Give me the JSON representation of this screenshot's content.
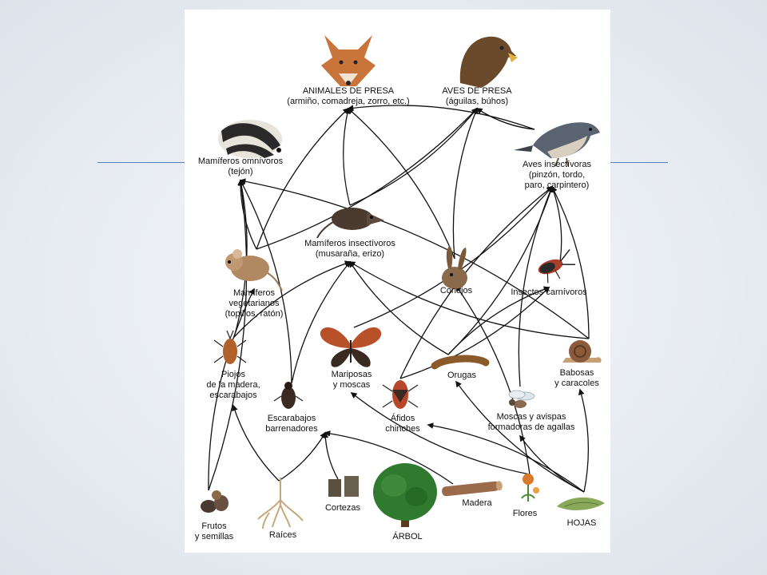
{
  "nodes": {
    "animales_presa": {
      "lines": [
        "ANIMALES DE PRESA",
        "(armiño, comadreja, zorro, etc.)"
      ]
    },
    "aves_presa": {
      "lines": [
        "AVES DE PRESA",
        "(águilas, búhos)"
      ]
    },
    "mamiferos_omnivoros": {
      "lines": [
        "Mamíferos omnívoros",
        "(tejón)"
      ]
    },
    "aves_insectivoras": {
      "lines": [
        "Aves insectívoras",
        "(pinzón, tordo,",
        "paro, carpintero)"
      ]
    },
    "mamiferos_insectivoros": {
      "lines": [
        "Mamíferos insectívoros",
        "(musaraña, erizo)"
      ]
    },
    "mamiferos_vegetarianos": {
      "lines": [
        "Mamíferos",
        "vegetarianos",
        "(topillos, ratón)"
      ]
    },
    "conejos": {
      "lines": [
        "Conejos"
      ]
    },
    "insectos_carnivoros": {
      "lines": [
        "Insectos carnívoros"
      ]
    },
    "piojos": {
      "lines": [
        "Piojos",
        "de la madera,",
        "escarabajos"
      ]
    },
    "mariposas": {
      "lines": [
        "Mariposas",
        "y moscas"
      ]
    },
    "orugas": {
      "lines": [
        "Orugas"
      ]
    },
    "babosas": {
      "lines": [
        "Babosas",
        "y caracoles"
      ]
    },
    "escarabajos_barrenadores": {
      "lines": [
        "Escarabajos",
        "barrenadores"
      ]
    },
    "afidos": {
      "lines": [
        "Áfidos",
        "chinches"
      ]
    },
    "moscas_avispas": {
      "lines": [
        "Moscas y avispas",
        "formadoras de agallas"
      ]
    },
    "frutos": {
      "lines": [
        "Frutos",
        "y semillas"
      ]
    },
    "raices": {
      "lines": [
        "Raíces"
      ]
    },
    "cortezas": {
      "lines": [
        "Cortezas"
      ]
    },
    "arbol": {
      "lines": [
        "ÁRBOL"
      ]
    },
    "madera": {
      "lines": [
        "Madera"
      ]
    },
    "flores": {
      "lines": [
        "Flores"
      ]
    },
    "hojas": {
      "lines": [
        "HOJAS"
      ]
    }
  },
  "illustrations": [
    {
      "name": "fox-illustration",
      "color": "#c8743a"
    },
    {
      "name": "eagle-illustration",
      "color": "#6b4a2b"
    },
    {
      "name": "badger-illustration",
      "color": "#3a3a3a"
    },
    {
      "name": "finch-illustration",
      "color": "#5a6470"
    },
    {
      "name": "shrew-illustration",
      "color": "#4a3a30"
    },
    {
      "name": "mouse-illustration",
      "color": "#b08862"
    },
    {
      "name": "rabbit-illustration",
      "color": "#8a6a4a"
    },
    {
      "name": "beetle-red-illustration",
      "color": "#a8402a"
    },
    {
      "name": "woodlouse-illustration",
      "color": "#b0622a"
    },
    {
      "name": "butterfly-illustration",
      "color": "#b8502a"
    },
    {
      "name": "caterpillar-illustration",
      "color": "#8a5a2a"
    },
    {
      "name": "snail-illustration",
      "color": "#8a5a3a"
    },
    {
      "name": "borer-beetle-illustration",
      "color": "#3a2a22"
    },
    {
      "name": "aphid-bug-illustration",
      "color": "#b8462a"
    },
    {
      "name": "gall-wasp-illustration",
      "color": "#8a6a50"
    },
    {
      "name": "seeds-illustration",
      "color": "#4a3a30"
    },
    {
      "name": "roots-illustration",
      "color": "#c8a87a"
    },
    {
      "name": "bark-illustration",
      "color": "#5a5040"
    },
    {
      "name": "tree-illustration",
      "color": "#2f7a2f"
    },
    {
      "name": "wood-illustration",
      "color": "#9a6a4a"
    },
    {
      "name": "flowers-illustration",
      "color": "#d87a2a"
    },
    {
      "name": "leaves-illustration",
      "color": "#8aa85a"
    }
  ],
  "edges": [
    [
      "mamiferos_insectivoros",
      "animales_presa"
    ],
    [
      "mamiferos_insectivoros",
      "aves_presa"
    ],
    [
      "mamiferos_vegetarianos",
      "animales_presa"
    ],
    [
      "mamiferos_vegetarianos",
      "aves_presa"
    ],
    [
      "mamiferos_vegetarianos",
      "mamiferos_omnivoros"
    ],
    [
      "conejos",
      "animales_presa"
    ],
    [
      "conejos",
      "aves_presa"
    ],
    [
      "aves_insectivoras",
      "animales_presa"
    ],
    [
      "aves_insectivoras",
      "aves_presa"
    ],
    [
      "piojos",
      "mamiferos_omnivoros"
    ],
    [
      "piojos",
      "mamiferos_insectivoros"
    ],
    [
      "frutos",
      "mamiferos_omnivoros"
    ],
    [
      "frutos",
      "mamiferos_vegetarianos"
    ],
    [
      "escarabajos_barrenadores",
      "mamiferos_omnivoros"
    ],
    [
      "escarabajos_barrenadores",
      "mamiferos_insectivoros"
    ],
    [
      "babosas",
      "mamiferos_omnivoros"
    ],
    [
      "babosas",
      "mamiferos_insectivoros"
    ],
    [
      "babosas",
      "aves_insectivoras"
    ],
    [
      "orugas",
      "mamiferos_insectivoros"
    ],
    [
      "orugas",
      "aves_insectivoras"
    ],
    [
      "orugas",
      "insectos_carnivoros"
    ],
    [
      "mariposas",
      "aves_insectivoras"
    ],
    [
      "afidos",
      "aves_insectivoras"
    ],
    [
      "afidos",
      "insectos_carnivoros"
    ],
    [
      "moscas_avispas",
      "aves_insectivoras"
    ],
    [
      "insectos_carnivoros",
      "aves_insectivoras"
    ],
    [
      "raices",
      "piojos"
    ],
    [
      "raices",
      "escarabajos_barrenadores"
    ],
    [
      "cortezas",
      "escarabajos_barrenadores"
    ],
    [
      "madera",
      "escarabajos_barrenadores"
    ],
    [
      "hojas",
      "orugas"
    ],
    [
      "hojas",
      "babosas"
    ],
    [
      "hojas",
      "moscas_avispas"
    ],
    [
      "hojas",
      "afidos"
    ],
    [
      "flores",
      "mariposas"
    ],
    [
      "flores",
      "conejos"
    ],
    [
      "aves_insectivoras",
      "aves_presa"
    ]
  ]
}
